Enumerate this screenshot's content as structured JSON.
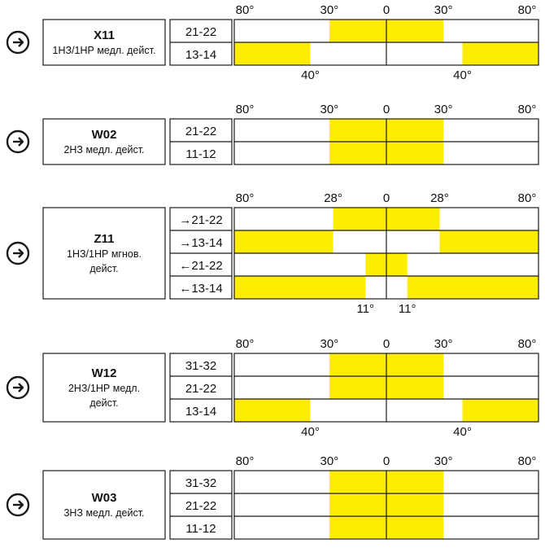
{
  "diagram": {
    "colors": {
      "active": "#ffed00",
      "line": "#1a1a1a",
      "background": "#ffffff"
    },
    "icon": "arrow-right-circle-icon",
    "blocks": [
      {
        "code": "X11",
        "description": [
          "1НЗ/1НР медл. дейст."
        ],
        "scale": {
          "left": "80°",
          "left_mid": "30°",
          "center": "0",
          "right_mid": "30°",
          "right": "80°"
        },
        "bottom_labels": [
          "40°",
          "40°"
        ],
        "rows": [
          {
            "contact": "21-22",
            "segments": [
              [
                -30,
                30
              ]
            ]
          },
          {
            "contact": "13-14",
            "segments": [
              [
                -80,
                -40
              ],
              [
                40,
                80
              ]
            ]
          }
        ]
      },
      {
        "code": "W02",
        "description": [
          "2НЗ медл. дейст."
        ],
        "scale": {
          "left": "80°",
          "left_mid": "30°",
          "center": "0",
          "right_mid": "30°",
          "right": "80°"
        },
        "bottom_labels": [],
        "rows": [
          {
            "contact": "21-22",
            "segments": [
              [
                -30,
                30
              ]
            ]
          },
          {
            "contact": "11-12",
            "segments": [
              [
                -30,
                30
              ]
            ]
          }
        ]
      },
      {
        "code": "Z11",
        "description": [
          "1НЗ/1НР мгнов.",
          "дейст."
        ],
        "scale": {
          "left": "80°",
          "left_mid": "28°",
          "center": "0",
          "right_mid": "28°",
          "right": "80°"
        },
        "bottom_labels": [
          "11°",
          "11°"
        ],
        "rows": [
          {
            "contact": "→21-22",
            "segments": [
              [
                -28,
                28
              ]
            ]
          },
          {
            "contact": "→13-14",
            "segments": [
              [
                -80,
                -28
              ],
              [
                28,
                80
              ]
            ]
          },
          {
            "contact": "←21-22",
            "segments": [
              [
                -11,
                11
              ]
            ]
          },
          {
            "contact": "←13-14",
            "segments": [
              [
                -80,
                -11
              ],
              [
                11,
                80
              ]
            ]
          }
        ]
      },
      {
        "code": "W12",
        "description": [
          "2НЗ/1НР медл.",
          "дейст."
        ],
        "scale": {
          "left": "80°",
          "left_mid": "30°",
          "center": "0",
          "right_mid": "30°",
          "right": "80°"
        },
        "bottom_labels": [
          "40°",
          "40°"
        ],
        "rows": [
          {
            "contact": "31-32",
            "segments": [
              [
                -30,
                30
              ]
            ]
          },
          {
            "contact": "21-22",
            "segments": [
              [
                -30,
                30
              ]
            ]
          },
          {
            "contact": "13-14",
            "segments": [
              [
                -80,
                -40
              ],
              [
                40,
                80
              ]
            ]
          }
        ]
      },
      {
        "code": "W03",
        "description": [
          "3НЗ медл. дейст."
        ],
        "scale": {
          "left": "80°",
          "left_mid": "30°",
          "center": "0",
          "right_mid": "30°",
          "right": "80°"
        },
        "bottom_labels": [],
        "rows": [
          {
            "contact": "31-32",
            "segments": [
              [
                -30,
                30
              ]
            ]
          },
          {
            "contact": "21-22",
            "segments": [
              [
                -30,
                30
              ]
            ]
          },
          {
            "contact": "11-12",
            "segments": [
              [
                -30,
                30
              ]
            ]
          }
        ]
      }
    ]
  }
}
